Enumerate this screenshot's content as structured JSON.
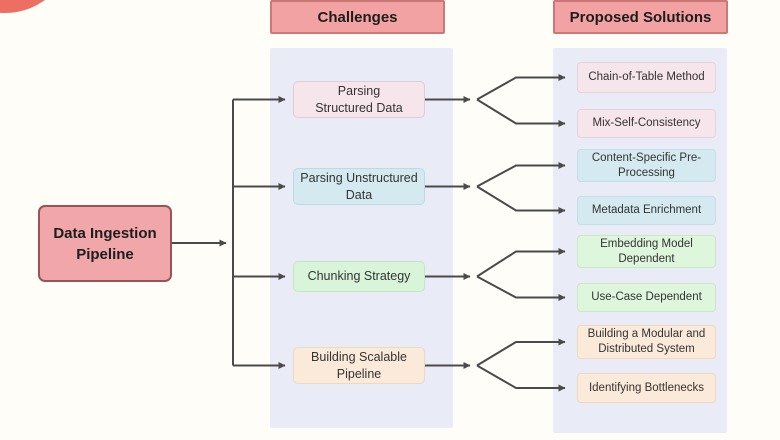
{
  "colors": {
    "background": "#FFFDF7",
    "decorative_circle": "#ED6E63",
    "column_background": "#E9EBF7",
    "arrow": "#4A4A4A",
    "header_fill": "#F2A2A2",
    "header_border": "#CB7878",
    "root_fill": "#F1A6AA",
    "root_border": "#9B5456"
  },
  "headers": {
    "challenges": "Challenges",
    "solutions": "Proposed Solutions"
  },
  "root": {
    "label": "Data Ingestion\nPipeline"
  },
  "challenges": [
    {
      "label": "Parsing\nStructured Data",
      "fill": "#F6E5EA",
      "border": "#E3CBD4"
    },
    {
      "label": "Parsing Unstructured\nData",
      "fill": "#D5EAF0",
      "border": "#BCDAE5"
    },
    {
      "label": "Chunking Strategy",
      "fill": "#D9F5D9",
      "border": "#C3E6C6"
    },
    {
      "label": "Building Scalable\nPipeline",
      "fill": "#FBEADA",
      "border": "#EFD8C2"
    }
  ],
  "solutions": [
    {
      "label": "Chain-of-Table Method",
      "fill": "#F6E5EA",
      "border": "#E8D2DA"
    },
    {
      "label": "Mix-Self-Consistency",
      "fill": "#F6E5EA",
      "border": "#E8D2DA"
    },
    {
      "label": "Content-Specific Pre-\nProcessing",
      "fill": "#D5EAF0",
      "border": "#C2DEE8"
    },
    {
      "label": "Metadata Enrichment",
      "fill": "#D5EAF0",
      "border": "#C2DEE8"
    },
    {
      "label": "Embedding Model\nDependent",
      "fill": "#DDF6DC",
      "border": "#C8E8C8"
    },
    {
      "label": "Use-Case Dependent",
      "fill": "#DDF6DC",
      "border": "#C8E8C8"
    },
    {
      "label": "Building a Modular and\nDistributed System",
      "fill": "#FBEADA",
      "border": "#EFD8C2"
    },
    {
      "label": "Identifying Bottlenecks",
      "fill": "#FBEADA",
      "border": "#EFD8C2"
    }
  ]
}
